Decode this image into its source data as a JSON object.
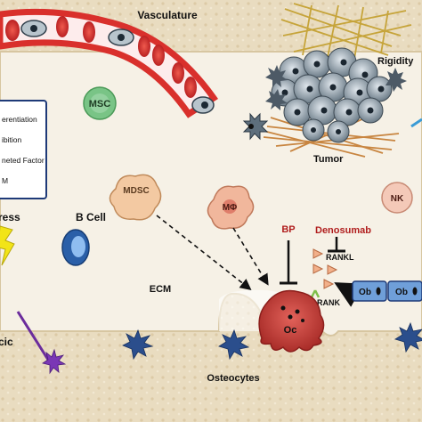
{
  "labels": {
    "vasculature": "Vasculature",
    "rigidity": "Rigidity",
    "msc": "MSC",
    "tumor": "Tumor",
    "nk": "NK",
    "mdsc": "MDSC",
    "macrophage": "MΦ",
    "bp": "BP",
    "denosumab": "Denosumab",
    "rankl": "RANKL",
    "rank": "RANK",
    "oc": "Oc",
    "ob1": "Ob",
    "ob2": "Ob",
    "ecm": "ECM",
    "b_cell": "B Cell",
    "stress": "ress",
    "osteocytes": "Osteocytes",
    "cut_left": "cic"
  },
  "legend": {
    "items": [
      "erentiation",
      "ibition",
      "neted Factor",
      "M"
    ]
  },
  "colors": {
    "background": "#e9dcc0",
    "bone": "#efe3c8",
    "bone_edge": "#d7c6a1",
    "vessel_wall": "#d9302c",
    "vessel_lumen": "#fdecec",
    "rbc": "#c8151b",
    "immune_blue": "#2a5fa8",
    "osteoclast": "#b8362f",
    "osteoblast": "#6f9fd9",
    "tumor_cell": "#7a8a96",
    "mesh": "#c88540",
    "rigidity_mesh": "#c6a43a",
    "stress_yellow": "#f2e417",
    "osteocyte": "#2b4e8c",
    "red_text": "#b01d1d",
    "purple": "#6b2c9c"
  }
}
